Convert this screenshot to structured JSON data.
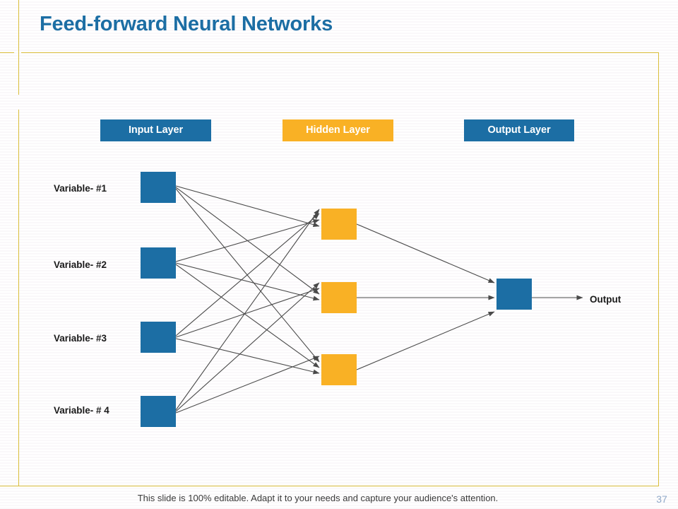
{
  "slide": {
    "title": "Feed-forward Neural Networks",
    "page_number": "37",
    "footer_note": "This slide is 100% editable. Adapt it to your needs and capture your audience's attention."
  },
  "colors": {
    "title_blue": "#1c6ea4",
    "node_blue": "#1c6ea4",
    "node_orange": "#f9b125",
    "frame_gold": "#d9be3b",
    "edge_gray": "#4a4a4a",
    "page_number": "#8fa8c8"
  },
  "layers": {
    "input": {
      "pill_label": "Input Layer"
    },
    "hidden": {
      "pill_label": "Hidden Layer"
    },
    "output": {
      "pill_label": "Output Layer"
    }
  },
  "input_nodes": [
    {
      "label": "Variable- #1"
    },
    {
      "label": "Variable- #2"
    },
    {
      "label": "Variable- #3"
    },
    {
      "label": "Variable- # 4"
    }
  ],
  "hidden_nodes": [
    {
      "label": ""
    },
    {
      "label": ""
    },
    {
      "label": ""
    }
  ],
  "output_node": {
    "label": "Output"
  },
  "diagram": {
    "type": "feed-forward-neural-network",
    "input_count": 4,
    "hidden_count": 3,
    "output_count": 1,
    "fully_connected": true,
    "edge_count_input_to_hidden": 12,
    "edge_count_hidden_to_output": 3
  }
}
